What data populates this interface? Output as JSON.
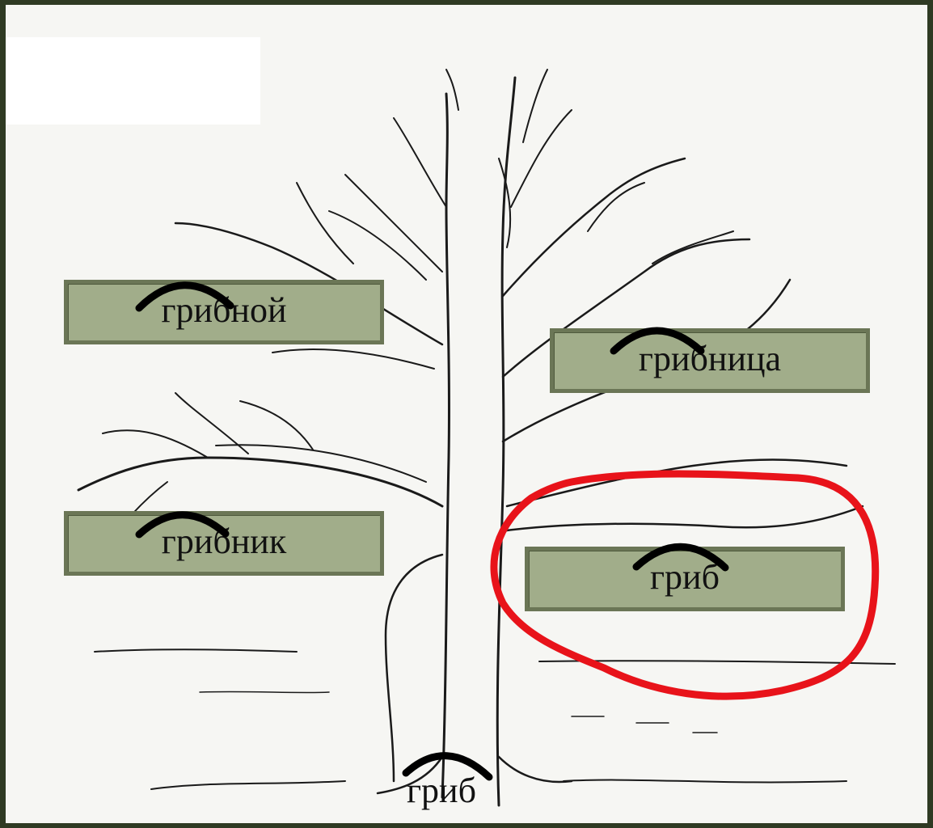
{
  "words": {
    "gribnoy": "грибной",
    "gribnitsa": "грибница",
    "gribnik": "грибник",
    "grib_box": "гриб",
    "grib_root": "гриб"
  },
  "colors": {
    "box_fill": "#a1ad8a",
    "box_border": "#6b7656",
    "highlight": "#e8131a",
    "root_arc": "#000000"
  }
}
